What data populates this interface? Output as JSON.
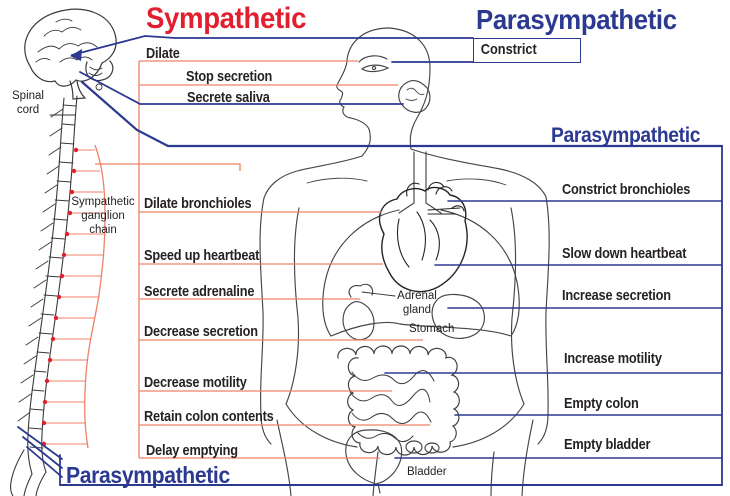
{
  "titles": {
    "sympathetic": "Sympathetic",
    "parasympathetic_top": "Parasympathetic",
    "parasympathetic_right": "Parasympathetic",
    "parasympathetic_bottom": "Parasympathetic"
  },
  "left_labels": [
    {
      "text": "Dilate"
    },
    {
      "text": "Stop secretion"
    },
    {
      "text": "Secrete saliva"
    },
    {
      "text": "Dilate bronchioles"
    },
    {
      "text": "Speed up heartbeat"
    },
    {
      "text": "Secrete adrenaline"
    },
    {
      "text": "Decrease secretion"
    },
    {
      "text": "Decrease motility"
    },
    {
      "text": "Retain colon contents"
    },
    {
      "text": "Delay emptying"
    }
  ],
  "right_labels": [
    {
      "text": "Constrict"
    },
    {
      "text": "Constrict bronchioles"
    },
    {
      "text": "Slow down heartbeat"
    },
    {
      "text": "Increase secretion"
    },
    {
      "text": "Increase motility"
    },
    {
      "text": "Empty colon"
    },
    {
      "text": "Empty bladder"
    }
  ],
  "anatomy_labels": {
    "spinal_cord": "Spinal cord",
    "ganglion_chain": "Sympathetic ganglion chain",
    "adrenal_gland": "Adrenal gland",
    "stomach": "Stomach",
    "bladder": "Bladder"
  },
  "colors": {
    "sympathetic_red": "#e21f2f",
    "sympathetic_line": "#ef8166",
    "parasympathetic_blue": "#2b3990",
    "label_text": "#262224"
  }
}
